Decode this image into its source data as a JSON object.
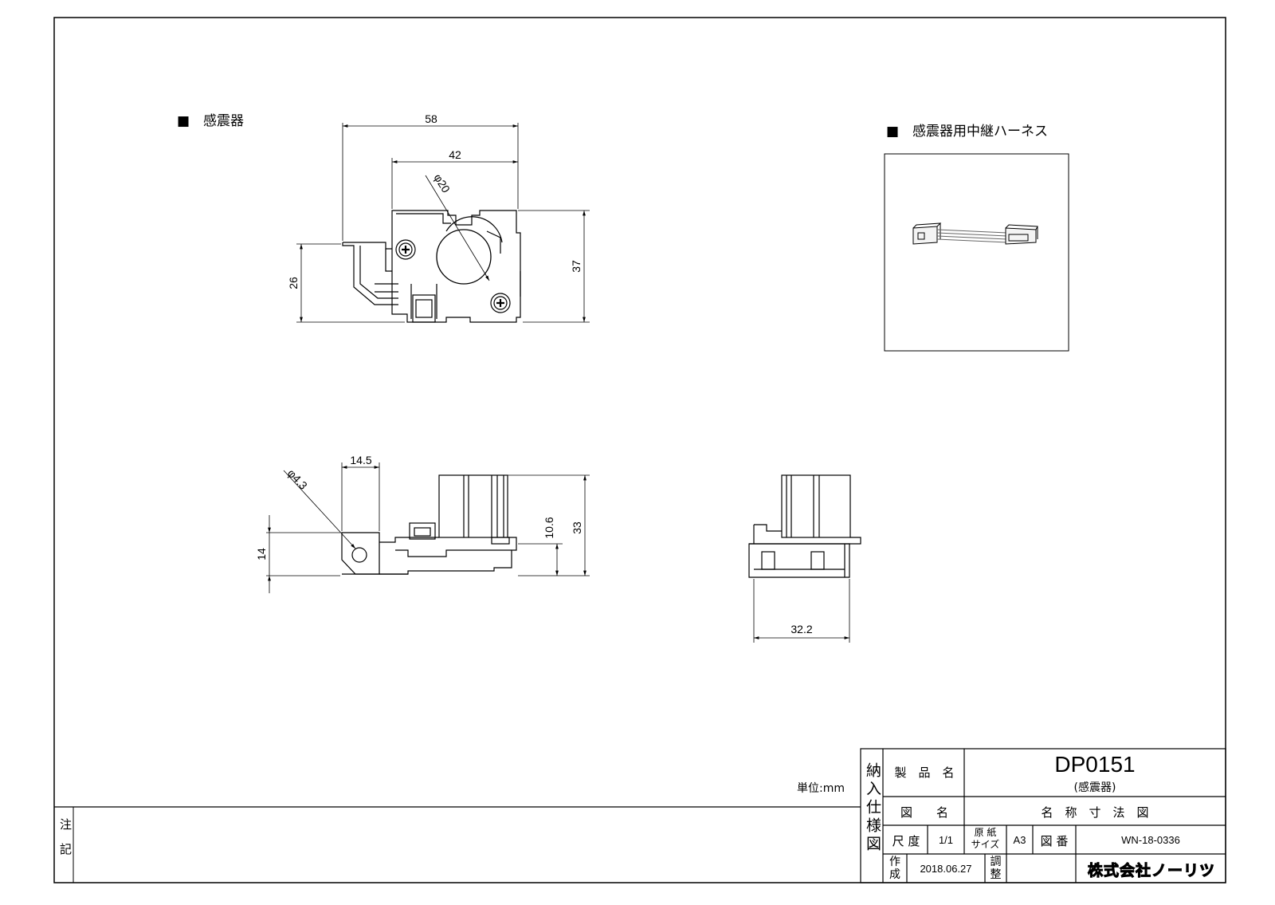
{
  "sections": {
    "sensor_title": "■　感震器",
    "harness_title": "■　感震器用中継ハーネス"
  },
  "dimensions": {
    "w58": "58",
    "w42": "42",
    "d20": "20",
    "h37": "37",
    "h26": "26",
    "w14_5": "14.5",
    "d4_3": "4.3",
    "h10_6": "10.6",
    "h33": "33",
    "h14": "14",
    "w32_2": "32.2",
    "phi": "φ"
  },
  "unit_label": "単位:mm",
  "notes_label": "注記",
  "title_block": {
    "spec_label": "納入仕様図",
    "product_name_label": "製　品　名",
    "product_code": "DP0151",
    "product_subname": "(感震器)",
    "drawing_name_label": "図　　名",
    "drawing_name": "名　称　寸　法　図",
    "scale_label": "尺 度",
    "scale_value": "1/1",
    "paper_label_1": "原 紙",
    "paper_label_2": "サイズ",
    "paper_value": "A3",
    "drawing_no_label": "図 番",
    "drawing_no": "WN-18-0336",
    "created_label_1": "作",
    "created_label_2": "成",
    "created_date": "2018.06.27",
    "adjust_label_1": "調",
    "adjust_label_2": "整",
    "company": "株式会社ノーリツ"
  }
}
